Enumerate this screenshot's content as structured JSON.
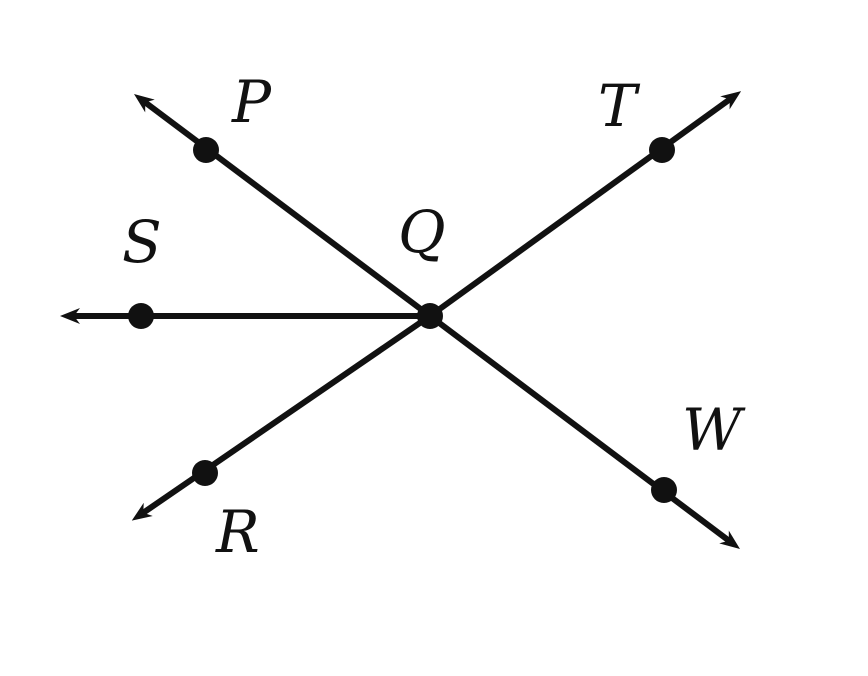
{
  "diagram": {
    "labels": {
      "P": "P",
      "T": "T",
      "Q": "Q",
      "S": "S",
      "W": "W",
      "R": "R"
    },
    "colors": {
      "stroke": "#111111",
      "background": "#ffffff"
    }
  }
}
